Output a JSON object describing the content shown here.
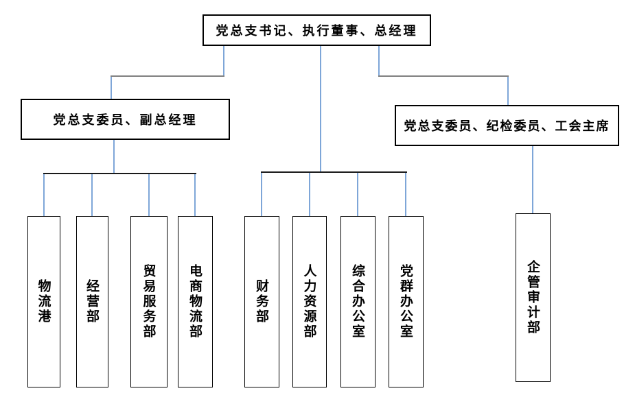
{
  "org": {
    "type": "org-chart",
    "top_label": "党总支书记、执行董事、总经理",
    "left_manager_label": "党总支委员、副总经理",
    "right_manager_label": "党总支委员、纪检委员、工会主席",
    "left_departments": [
      "物流港",
      "经营部",
      "贸易服务部",
      "电商物流部"
    ],
    "center_departments": [
      "财务部",
      "人力资源部",
      "综合办公室",
      "党群办公室"
    ],
    "right_departments": [
      "企管审计部"
    ],
    "hierarchy_note": "root -> left_manager -> left_departments; root -> center_departments; root -> right_manager -> right_departments"
  },
  "colors": {
    "connector_blue": "#7EA6D8",
    "connector_gray": "#808080",
    "connector_dark": "#1A1A1A",
    "box_border": "#000000",
    "background": "#FFFFFF"
  }
}
